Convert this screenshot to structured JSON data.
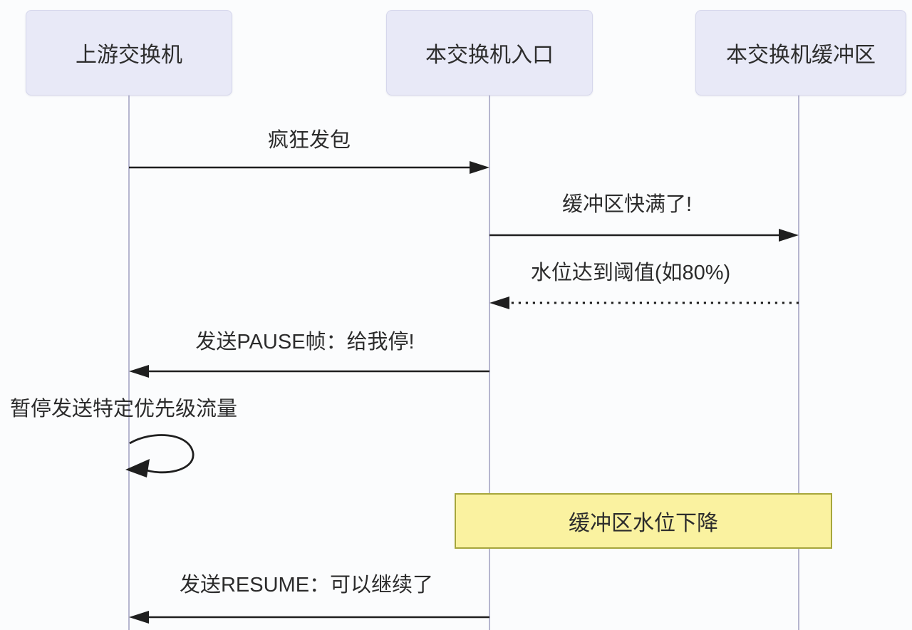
{
  "diagram": {
    "type": "sequence-diagram",
    "participants": [
      {
        "id": "upstream-switch",
        "label": "上游交换机"
      },
      {
        "id": "switch-ingress",
        "label": "本交换机入口"
      },
      {
        "id": "switch-buffer",
        "label": "本交换机缓冲区"
      }
    ],
    "messages": [
      {
        "label": "疯狂发包",
        "from": "upstream-switch",
        "to": "switch-ingress",
        "line": "solid"
      },
      {
        "label": "缓冲区快满了!",
        "from": "switch-ingress",
        "to": "switch-buffer",
        "line": "solid"
      },
      {
        "label": "水位达到阈值(如80%)",
        "from": "switch-buffer",
        "to": "switch-ingress",
        "line": "dotted"
      },
      {
        "label": "发送PAUSE帧：给我停!",
        "from": "switch-ingress",
        "to": "upstream-switch",
        "line": "solid"
      },
      {
        "label": "暂停发送特定优先级流量",
        "from": "upstream-switch",
        "to": "upstream-switch",
        "line": "self-loop"
      },
      {
        "label": "发送RESUME：可以继续了",
        "from": "switch-ingress",
        "to": "upstream-switch",
        "line": "solid"
      }
    ],
    "note": {
      "label": "缓冲区水位下降",
      "over": [
        "switch-ingress",
        "switch-buffer"
      ]
    },
    "colors": {
      "background": "#fbfcfd",
      "actor_fill": "#e8e9f7",
      "actor_border": "#d6d7ec",
      "note_fill": "#faf2a0",
      "note_border": "#a6a63c",
      "arrow": "#1f1f1f",
      "lifeline": "#b6b6cf",
      "text": "#2a2a2a"
    }
  }
}
